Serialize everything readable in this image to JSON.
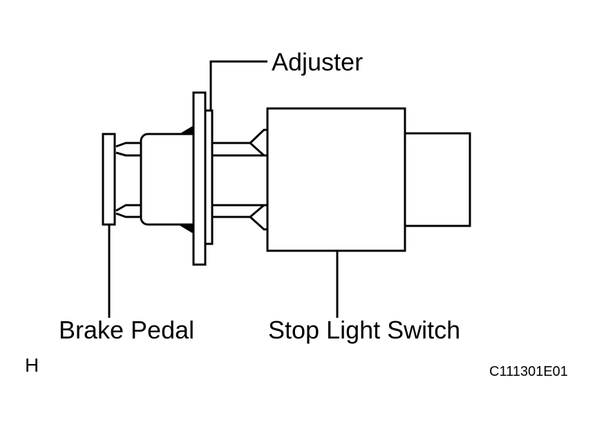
{
  "labels": {
    "adjuster": "Adjuster",
    "brake_pedal": "Brake Pedal",
    "stop_light_switch": "Stop Light Switch",
    "view_marker": "H",
    "figure_code": "C111301E01"
  },
  "colors": {
    "stroke": "#000000",
    "fill": "#ffffff"
  }
}
